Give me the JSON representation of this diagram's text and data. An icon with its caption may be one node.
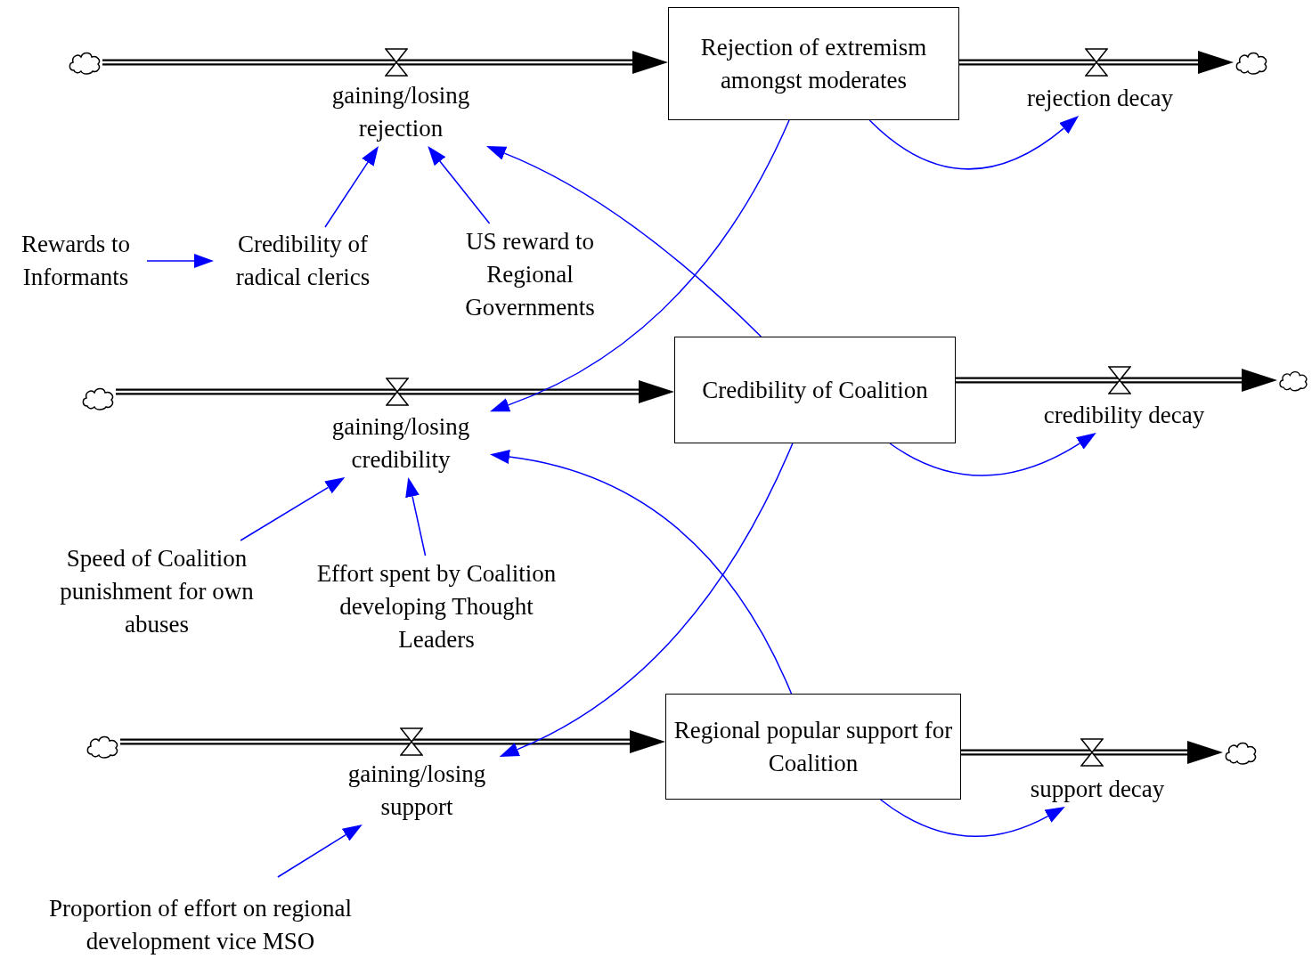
{
  "diagram": {
    "nodes": [
      {
        "text": [],
        "shape": "cloud"
      },
      {
        "text": [
          "Rejection of extremism amongst moderates"
        ]
      },
      {
        "text": [],
        "shape": "cloud"
      },
      {
        "text": [
          "gaining/losing rejection"
        ]
      },
      {
        "text": [
          "rejection decay"
        ]
      },
      {
        "text": [
          "Rewards to Informants"
        ]
      },
      {
        "text": [
          "Credibility of radical clerics"
        ]
      },
      {
        "text": [
          "US reward to Regional Governments"
        ]
      },
      {
        "text": [],
        "shape": "cloud"
      },
      {
        "text": [
          "Credibility of Coalition"
        ]
      },
      {
        "text": [],
        "shape": "cloud"
      },
      {
        "text": [
          "gaining/losing credibility"
        ]
      },
      {
        "text": [
          "credibility decay"
        ]
      },
      {
        "text": [
          "Speed of Coalition punishment for own abuses"
        ]
      },
      {
        "text": [
          "Effort spent by Coalition developing Thought Leaders"
        ]
      },
      {
        "text": [],
        "shape": "cloud"
      },
      {
        "text": [
          "Regional popular support for Coalition"
        ]
      },
      {
        "text": [],
        "shape": "cloud"
      },
      {
        "text": [
          "gaining/losing support"
        ]
      },
      {
        "text": [
          "support decay"
        ]
      },
      {
        "text": [
          "Proportion of effort on regional development vice MSO"
        ]
      }
    ],
    "edges": [
      {
        "from": 0,
        "to": 1,
        "arrow": "to",
        "style": "thick",
        "color": "#000000"
      },
      {
        "from": 1,
        "to": 2,
        "arrow": "to",
        "style": "thick",
        "color": "#000000"
      },
      {
        "from": 1,
        "to": 4,
        "arrow": "to"
      },
      {
        "from": 6,
        "to": 3,
        "arrow": "to"
      },
      {
        "from": 7,
        "to": 3,
        "arrow": "to"
      },
      {
        "from": 5,
        "to": 6,
        "arrow": "to"
      },
      {
        "from": 9,
        "to": 3,
        "arrow": "to"
      },
      {
        "from": 8,
        "to": 9,
        "arrow": "to",
        "style": "thick",
        "color": "#000000"
      },
      {
        "from": 9,
        "to": 10,
        "arrow": "to",
        "style": "thick",
        "color": "#000000"
      },
      {
        "from": 1,
        "to": 11,
        "arrow": "to"
      },
      {
        "from": 9,
        "to": 12,
        "arrow": "to"
      },
      {
        "from": 13,
        "to": 11,
        "arrow": "to"
      },
      {
        "from": 14,
        "to": 11,
        "arrow": "to"
      },
      {
        "from": 16,
        "to": 11,
        "arrow": "to"
      },
      {
        "from": 15,
        "to": 16,
        "arrow": "to",
        "style": "thick",
        "color": "#000000"
      },
      {
        "from": 16,
        "to": 17,
        "arrow": "to",
        "style": "thick",
        "color": "#000000"
      },
      {
        "from": 9,
        "to": 18,
        "arrow": "to"
      },
      {
        "from": 16,
        "to": 19,
        "arrow": "to"
      },
      {
        "from": 20,
        "to": 18,
        "arrow": "to"
      }
    ]
  }
}
